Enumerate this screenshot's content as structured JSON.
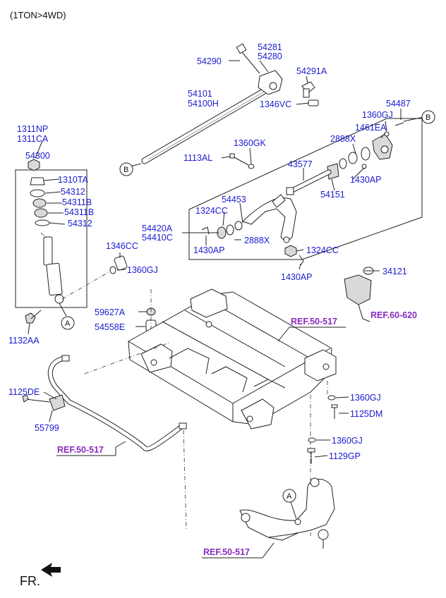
{
  "header": {
    "title": "(1TON>4WD)"
  },
  "labels": {
    "p54281": "54281",
    "p54280": "54280",
    "p54290": "54290",
    "p54291A": "54291A",
    "p54101": "54101",
    "p54100H": "54100H",
    "p1346VC": "1346VC",
    "p54487": "54487",
    "p1360GJ_a": "1360GJ",
    "p1461EA": "1461EA",
    "p2888X_a": "2888X",
    "p1311NP": "1311NP",
    "p1311CA": "1311CA",
    "p54300": "54300",
    "p1310TA": "1310TA",
    "p54312_a": "54312",
    "p54311B_a": "54311B",
    "p54311B_b": "54311B",
    "p54312_b": "54312",
    "p1360GK": "1360GK",
    "p1113AL": "1113AL",
    "p43577": "43577",
    "p1430AP_a": "1430AP",
    "p54151": "54151",
    "p54453": "54453",
    "p1324CC_a": "1324CC",
    "p54420A": "54420A",
    "p54410C": "54410C",
    "p1430AP_b": "1430AP",
    "p2888X_b": "2888X",
    "p1324CC_b": "1324CC",
    "p1430AP_c": "1430AP",
    "p1346CC": "1346CC",
    "p1360GJ_b": "1360GJ",
    "p34121": "34121",
    "p59627A": "59627A",
    "p54558E": "54558E",
    "p1132AA": "1132AA",
    "p1125DE": "1125DE",
    "p55799": "55799",
    "p1360GJ_c": "1360GJ",
    "p1125DM": "1125DM",
    "p1360GJ_d": "1360GJ",
    "p1129GP": "1129GP"
  },
  "references": {
    "ref_50_517_top": "REF.50-517",
    "ref_60_620": "REF.60-620",
    "ref_50_517_left": "REF.50-517",
    "ref_50_517_bottom": "REF.50-517"
  },
  "markers": {
    "A": "A",
    "B": "B"
  },
  "footer": {
    "front_label": "FR."
  },
  "colors": {
    "part_number": "#1b1bd0",
    "reference": "#8a2bbf",
    "line": "#222222"
  }
}
